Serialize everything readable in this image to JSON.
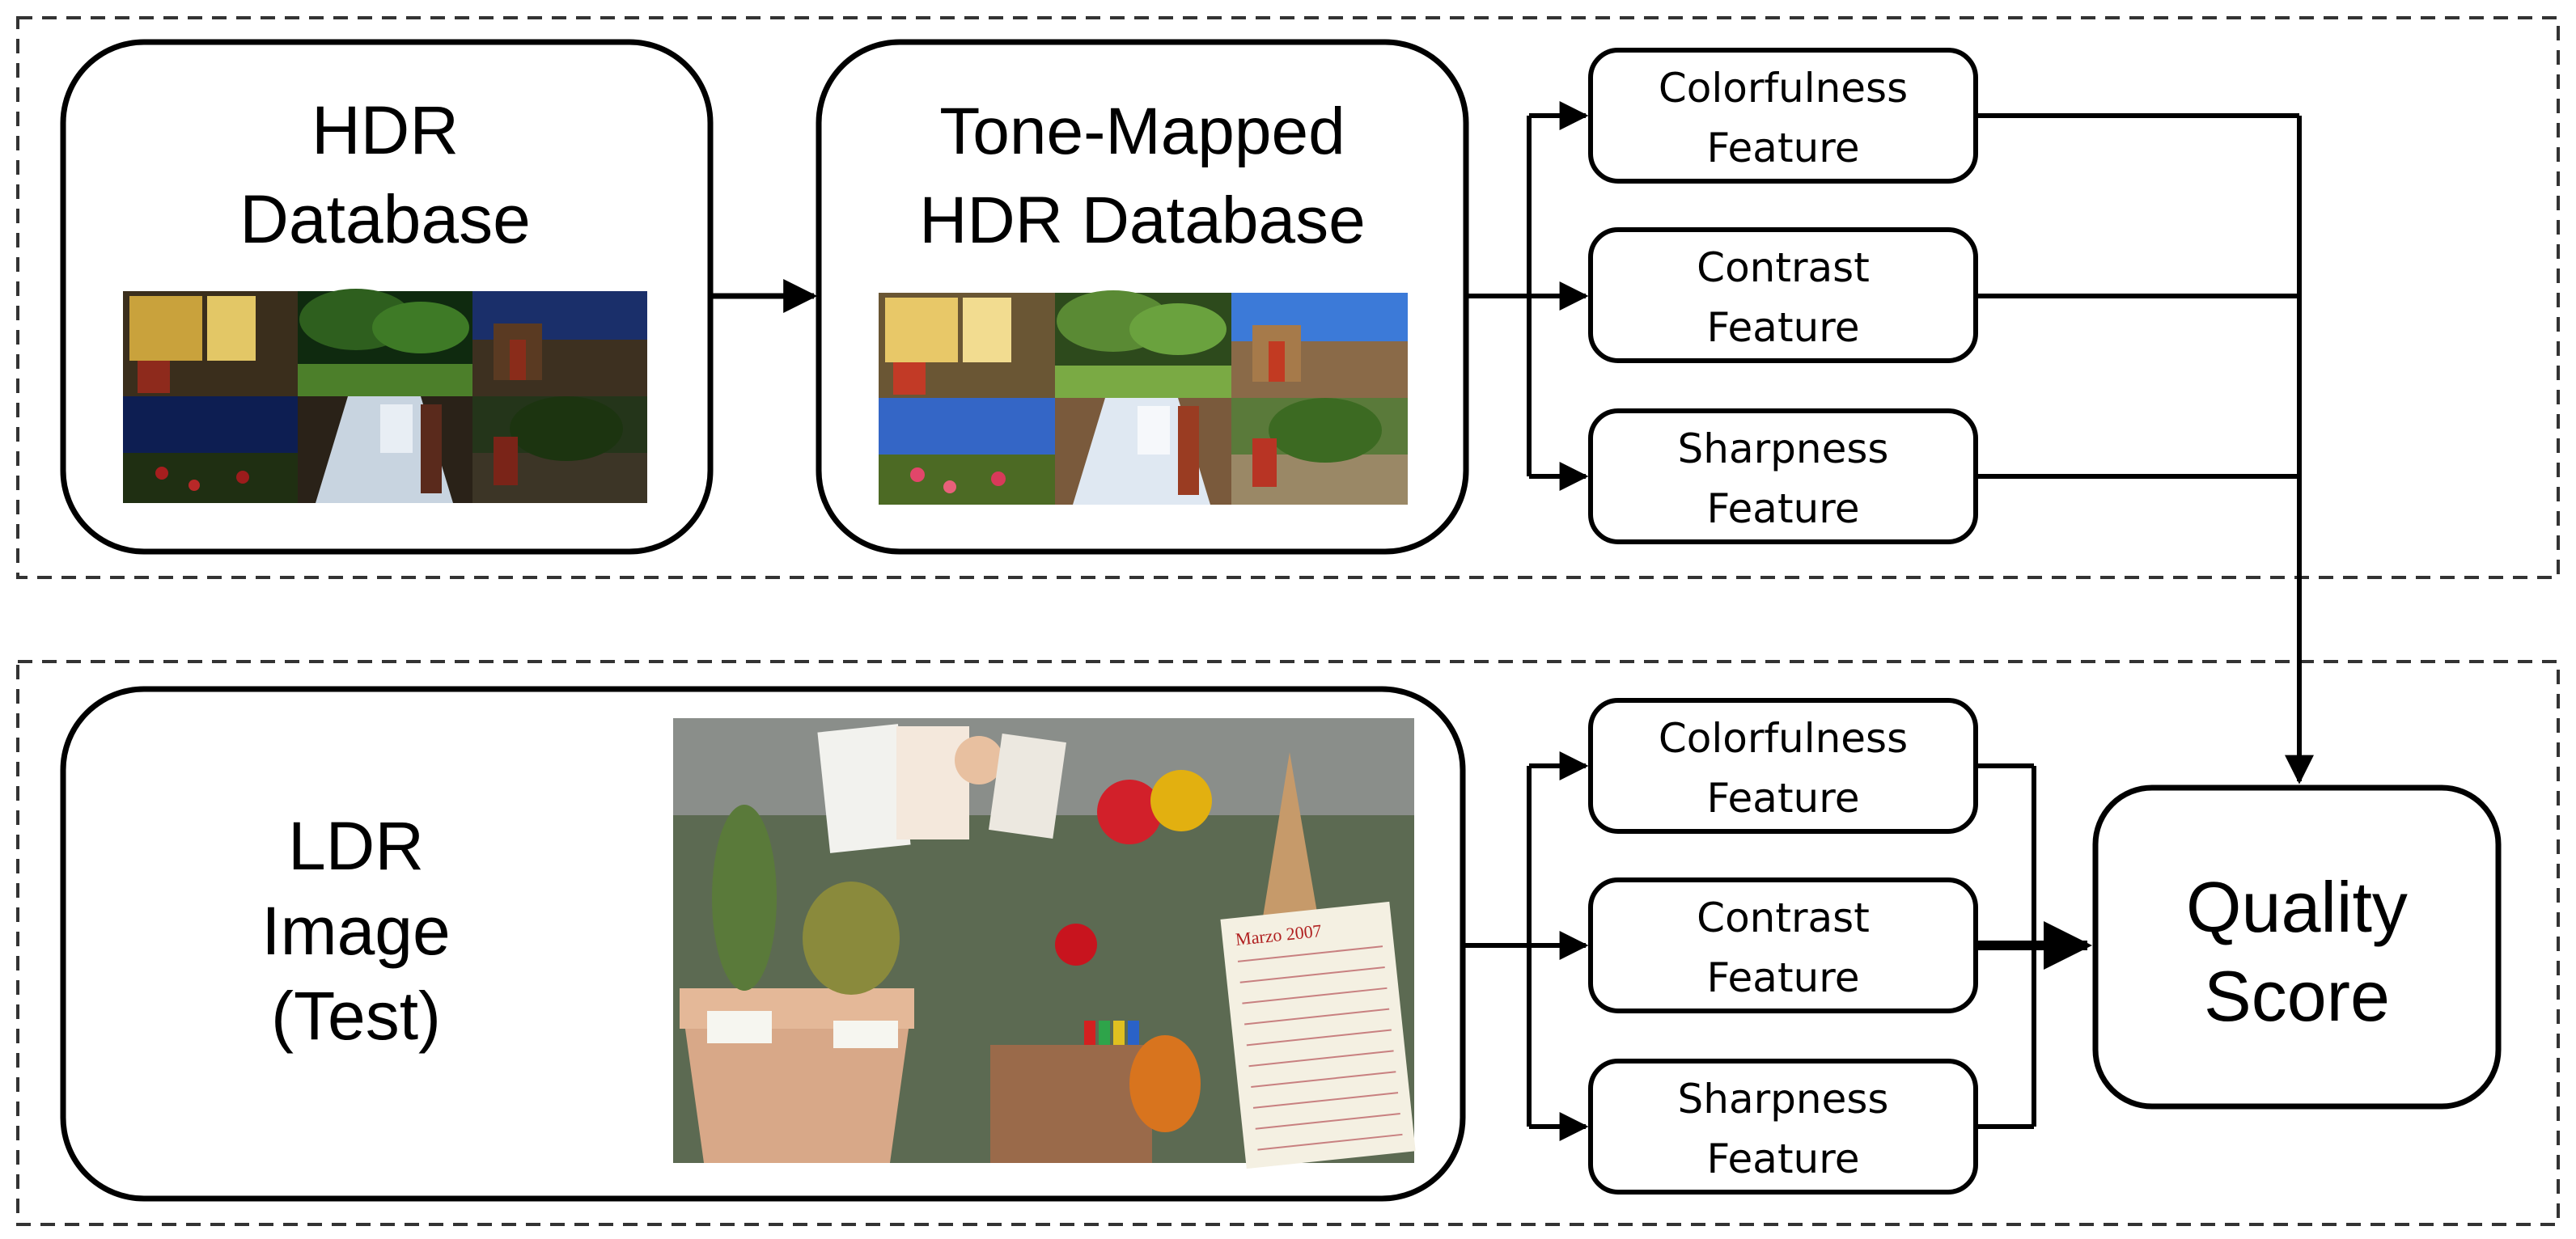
{
  "top_panel": {
    "hdr_database": {
      "line1": "HDR",
      "line2": "Database"
    },
    "tone_mapped_database": {
      "line1": "Tone-Mapped",
      "line2": "HDR Database"
    },
    "features": [
      {
        "line1": "Colorfulness",
        "line2": "Feature"
      },
      {
        "line1": "Contrast",
        "line2": "Feature"
      },
      {
        "line1": "Sharpness",
        "line2": "Feature"
      }
    ]
  },
  "bottom_panel": {
    "ldr_image": {
      "line1": "LDR",
      "line2": "Image",
      "line3": "(Test)"
    },
    "features": [
      {
        "line1": "Colorfulness",
        "line2": "Feature"
      },
      {
        "line1": "Contrast",
        "line2": "Feature"
      },
      {
        "line1": "Sharpness",
        "line2": "Feature"
      }
    ],
    "test_image_calendar": {
      "month": "Marzo 2007"
    }
  },
  "quality_score": {
    "line1": "Quality",
    "line2": "Score"
  },
  "colors": {
    "stroke": "#000000",
    "background": "#ffffff",
    "dash": "#333333"
  }
}
